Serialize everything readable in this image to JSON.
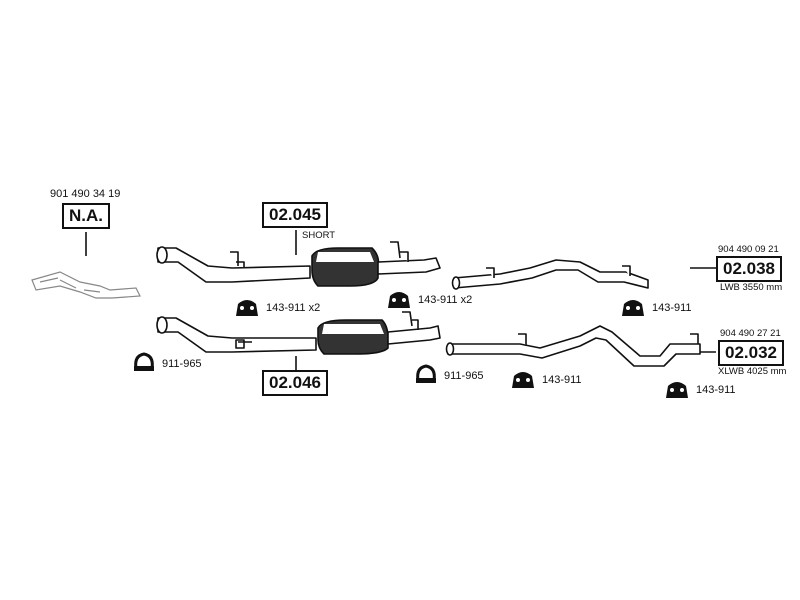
{
  "parts": {
    "na": {
      "code": "N.A.",
      "number": "901 490 34 19"
    },
    "p02045": {
      "code": "02.045",
      "note": "SHORT"
    },
    "p02046": {
      "code": "02.046"
    },
    "p02038": {
      "code": "02.038",
      "number": "904 490 09 21",
      "note": "LWB 3550 mm"
    },
    "p02032": {
      "code": "02.032",
      "number": "904 490 27 21",
      "note": "XLWB 4025 mm"
    }
  },
  "accessories": {
    "hanger_x2_a": "143-911 x2",
    "hanger_x2_b": "143-911 x2",
    "hanger_right_top": "143-911",
    "hanger_mid_lower": "143-911",
    "hanger_right_lower": "143-911",
    "clamp_left": "911-965",
    "clamp_mid": "911-965"
  },
  "icons": {
    "hanger": "rubber-hanger-icon",
    "clamp": "pipe-clamp-icon"
  },
  "colors": {
    "line": "#111111",
    "background": "#ffffff"
  }
}
